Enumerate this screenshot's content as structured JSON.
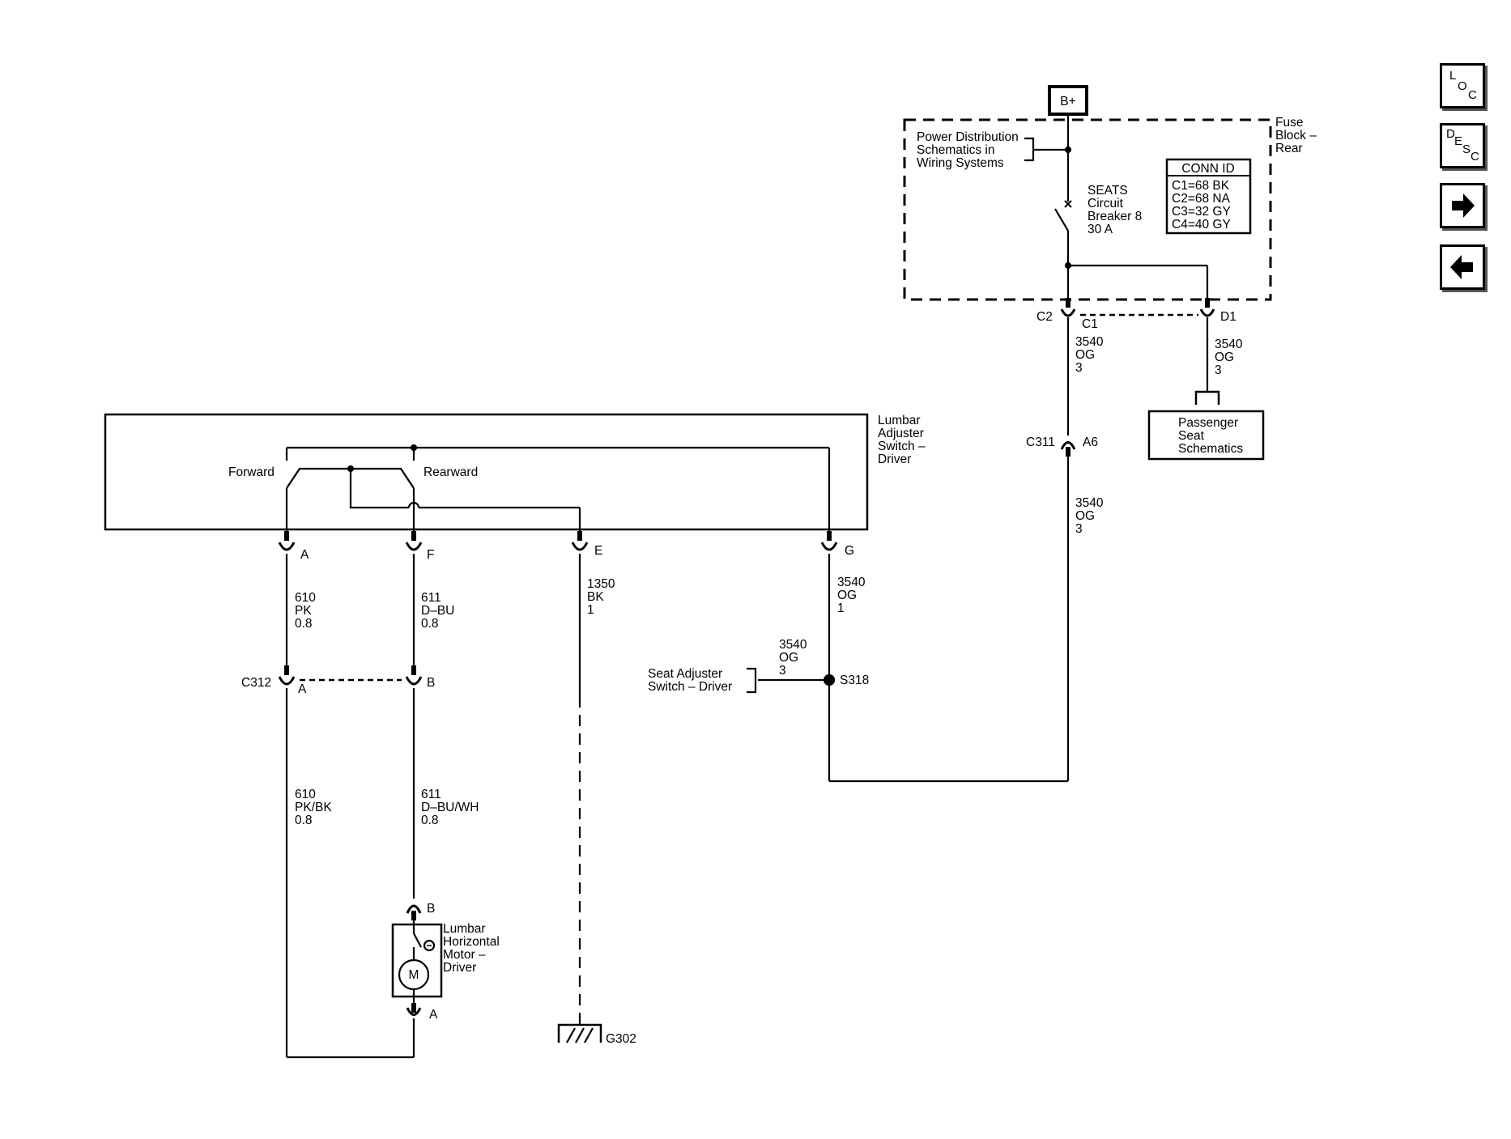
{
  "nav": {
    "loc": {
      "l1": "L",
      "l2": "O",
      "l3": "C"
    },
    "desc": {
      "l1": "D",
      "l2": "E",
      "l3": "S",
      "l4": "C"
    },
    "next_icon": "arrow-right-icon",
    "prev_icon": "arrow-left-icon"
  },
  "power": {
    "bplus": "B+",
    "fuse_block": [
      "Fuse",
      "Block –",
      "Rear"
    ],
    "pds": [
      "Power Distribution",
      "Schematics in",
      "Wiring Systems"
    ],
    "breaker": [
      "SEATS",
      "Circuit",
      "Breaker 8",
      "30 A"
    ],
    "conn_id": {
      "title": "CONN ID",
      "rows": [
        "C1=68 BK",
        "C2=68 NA",
        "C3=32 GY",
        "C4=40 GY"
      ]
    },
    "c2": "C2",
    "c1": "C1",
    "d1": "D1",
    "wire_left": [
      "3540",
      "OG",
      "3"
    ],
    "wire_right": [
      "3540",
      "OG",
      "3"
    ],
    "passenger": [
      "Passenger",
      "Seat",
      "Schematics"
    ],
    "c311": "C311",
    "a6": "A6",
    "wire_lower": [
      "3540",
      "OG",
      "3"
    ]
  },
  "switch": {
    "name": [
      "Lumbar",
      "Adjuster",
      "Switch –",
      "Driver"
    ],
    "forward": "Forward",
    "rearward": "Rearward",
    "pins": {
      "a": "A",
      "f": "F",
      "e": "E",
      "g": "G"
    }
  },
  "wires": {
    "w610": [
      "610",
      "PK",
      "0.8"
    ],
    "w611": [
      "611",
      "D–BU",
      "0.8"
    ],
    "w1350": [
      "1350",
      "BK",
      "1"
    ],
    "w3540g": [
      "3540",
      "OG",
      "1"
    ],
    "w3540s": [
      "3540",
      "OG",
      "3"
    ],
    "w610b": [
      "610",
      "PK/BK",
      "0.8"
    ],
    "w611b": [
      "611",
      "D–BU/WH",
      "0.8"
    ]
  },
  "c312": {
    "name": "C312",
    "a": "A",
    "b": "B"
  },
  "splice": {
    "s318": "S318",
    "seat_adj": [
      "Seat Adjuster",
      "Switch – Driver"
    ]
  },
  "motor": {
    "name": [
      "Lumbar",
      "Horizontal",
      "Motor –",
      "Driver"
    ],
    "m": "M",
    "b": "B",
    "a": "A"
  },
  "ground": {
    "g302": "G302"
  }
}
